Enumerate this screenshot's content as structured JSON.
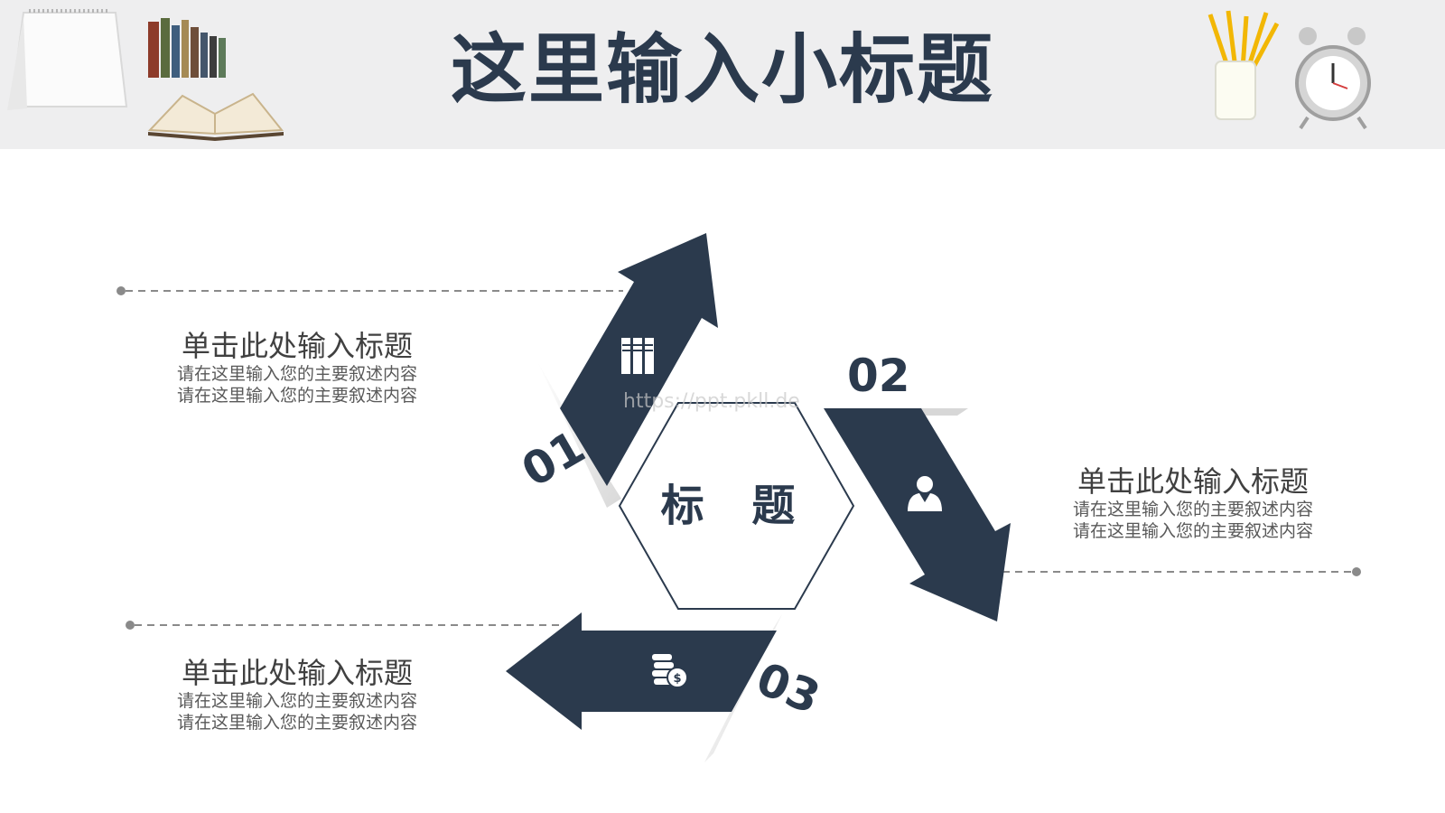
{
  "header": {
    "title": "这里输入小标题"
  },
  "center": {
    "label": "标 题"
  },
  "watermark": "https://ppt.pkll.de",
  "items": [
    {
      "number": "01",
      "icon": "books-icon",
      "title": "单击此处输入标题",
      "desc_line1": "请在这里输入您的主要叙述内容",
      "desc_line2": "请在这里输入您的主要叙述内容"
    },
    {
      "number": "02",
      "icon": "person-icon",
      "title": "单击此处输入标题",
      "desc_line1": "请在这里输入您的主要叙述内容",
      "desc_line2": "请在这里输入您的主要叙述内容"
    },
    {
      "number": "03",
      "icon": "coins-icon",
      "title": "单击此处输入标题",
      "desc_line1": "请在这里输入您的主要叙述内容",
      "desc_line2": "请在这里输入您的主要叙述内容"
    }
  ],
  "colors": {
    "primary": "#2b3a4d",
    "header_bg": "#eeeeef",
    "dash": "#8a8a8a"
  }
}
